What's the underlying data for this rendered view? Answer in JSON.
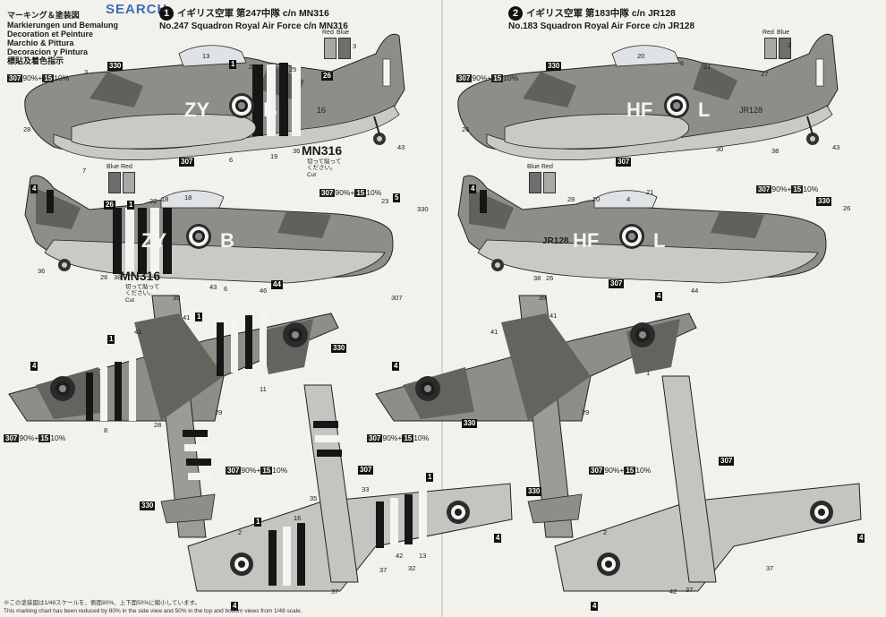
{
  "header": {
    "watermark": "SEARCH",
    "ja": "マーキング＆塗装図",
    "de": "Markierungen und Bemalung",
    "fr": "Decoration et Peinture",
    "it": "Marchio & Pittura",
    "es": "Decoracion y Pintura",
    "zh": "標貼及着色指示"
  },
  "scheme1": {
    "number": "1",
    "title_ja": "イギリス空軍 第247中隊 c/n MN316",
    "title_en": "No.247 Squadron Royal Air Force c/n MN316",
    "codes": [
      "ZY",
      "B"
    ],
    "serial": "MN316",
    "small_serial_tail": "16",
    "cut_note_ja": "切って貼って\nください。",
    "cut_note_en": "Cut"
  },
  "scheme2": {
    "number": "2",
    "title_ja": "イギリス空軍 第183中隊 c/n JR128",
    "title_en": "No.183 Squadron Royal Air Force c/n JR128",
    "codes": [
      "HF",
      "L"
    ],
    "serial": "JR128"
  },
  "swatches": {
    "red": "Red",
    "blue": "Blue"
  },
  "paint_mix": {
    "a": "307",
    "a_pct": "90%",
    "plus": "+",
    "b": "15",
    "b_pct": "10%"
  },
  "callouts": {
    "s1_side_top": [
      "330",
      "13",
      "1",
      "24",
      "25",
      "26",
      "3",
      "28",
      "6",
      "19",
      "36",
      "43",
      "7",
      "307",
      "3",
      "18"
    ],
    "s1_side_bottom": [
      "4",
      "26",
      "1",
      "22",
      "18",
      "23",
      "5",
      "330",
      "26",
      "38",
      "36",
      "43",
      "6",
      "46",
      "44",
      "307"
    ],
    "s1_top": [
      "39",
      "41",
      "1",
      "41",
      "330",
      "4",
      "1",
      "11",
      "28",
      "8",
      "29"
    ],
    "s1_bottom": [
      "307",
      "1",
      "35",
      "33",
      "16",
      "1",
      "2",
      "4",
      "37",
      "42",
      "32",
      "13",
      "37",
      "4",
      "330"
    ],
    "s2_side_top": [
      "330",
      "20",
      "6",
      "21",
      "27",
      "3",
      "26",
      "30",
      "38",
      "43",
      "307"
    ],
    "s2_side_bottom": [
      "4",
      "28",
      "20",
      "4",
      "21",
      "330",
      "26",
      "38",
      "26",
      "307",
      "44"
    ],
    "s2_top": [
      "39",
      "41",
      "4",
      "41",
      "4",
      "1",
      "29",
      "330"
    ],
    "s2_bottom": [
      "307",
      "2",
      "4",
      "42",
      "37",
      "37",
      "4",
      "330"
    ]
  },
  "colors": {
    "green": "#6f7169",
    "grey": "#a9aba7",
    "sky": "#cfcfc6",
    "underside": "#c4c5c0",
    "black": "#161616",
    "stripe_white": "#f4f4f0"
  },
  "footnote": {
    "ja": "※この塗装図は1/48スケールを、側面80%、上下面50%に縮小しています。",
    "en": "This marking chart has been reduced by 80% in the side view and 50% in the top and bottom views from 1/48 scale."
  }
}
